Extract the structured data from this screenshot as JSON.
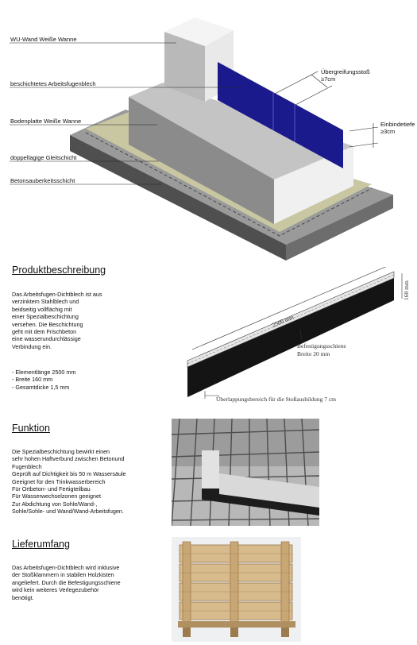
{
  "diagram": {
    "labels": [
      "WU-Wand Weiße Wanne",
      "beschichtetes Arbeitsfugenblech",
      "Bodenplatte Weiße Wanne",
      "doppellagige Gleitschicht",
      "Betonsauberkeitsschicht"
    ],
    "overlap_label": [
      "Übergreifungsstoß",
      "≥7cm"
    ],
    "depth_label": [
      "Einbindetiefe",
      "≥3cm"
    ]
  },
  "sections": {
    "product": {
      "title": "Produktbeschreibung",
      "text": "Das Arbeitsfugen-Dichtblech ist aus\nverzinktem Stahlblech und\nbeidseitig vollflächig mit\neiner Spezialbeschichtung\nversehen. Die Beschichtung\ngeht mit dem Frischbeton\neine wasserundurchlässige\nVerbindung ein.",
      "specs": "- Elementlänge 2500 mm\n- Breite 160 mm\n- Gesamtdicke 1,5 mm"
    },
    "function": {
      "title": "Funktion",
      "text": "Die Spezialbeschichtung bewirkt einen\nsehr hohen Haftverbund zwischen Betonund\nFugenblech\nGeprüft auf Dichtigkeit bis 50 m Wassersäule\nGeeignet für den Trinkwasserbereich\nFür Ortbeton- und Fertigteilbau\nFür Wasserwechselzonen geeignet\nZur Abdichtung von Sohle/Wand-,\nSohle/Sohle- und Wand/Wand-Arbeitsfugen."
    },
    "delivery": {
      "title": "Lieferumfang",
      "text": "Das Arbeitsfugen-Dichtblech wird inklusive\nder Stoßklammern in stabilen Holzkisten\nangeliefert. Durch die Befestigungsschiene\nwird kein weiteres Verlegezubehör\nbenötigt."
    }
  },
  "strip_drawing": {
    "height_label": "160 mm",
    "length_label": "2500 mm",
    "rail_label": [
      "Befestigungsschiene",
      "Breite 20 mm"
    ],
    "overlap_label": "Überlappungsbereich für die Stoßausbildung 7 cm"
  },
  "colors": {
    "blue_sheet": "#1a1a8c",
    "slab_green": "#c9c6a2",
    "concrete_light": "#dcdcdc",
    "concrete_dark": "#6b6b6b"
  }
}
